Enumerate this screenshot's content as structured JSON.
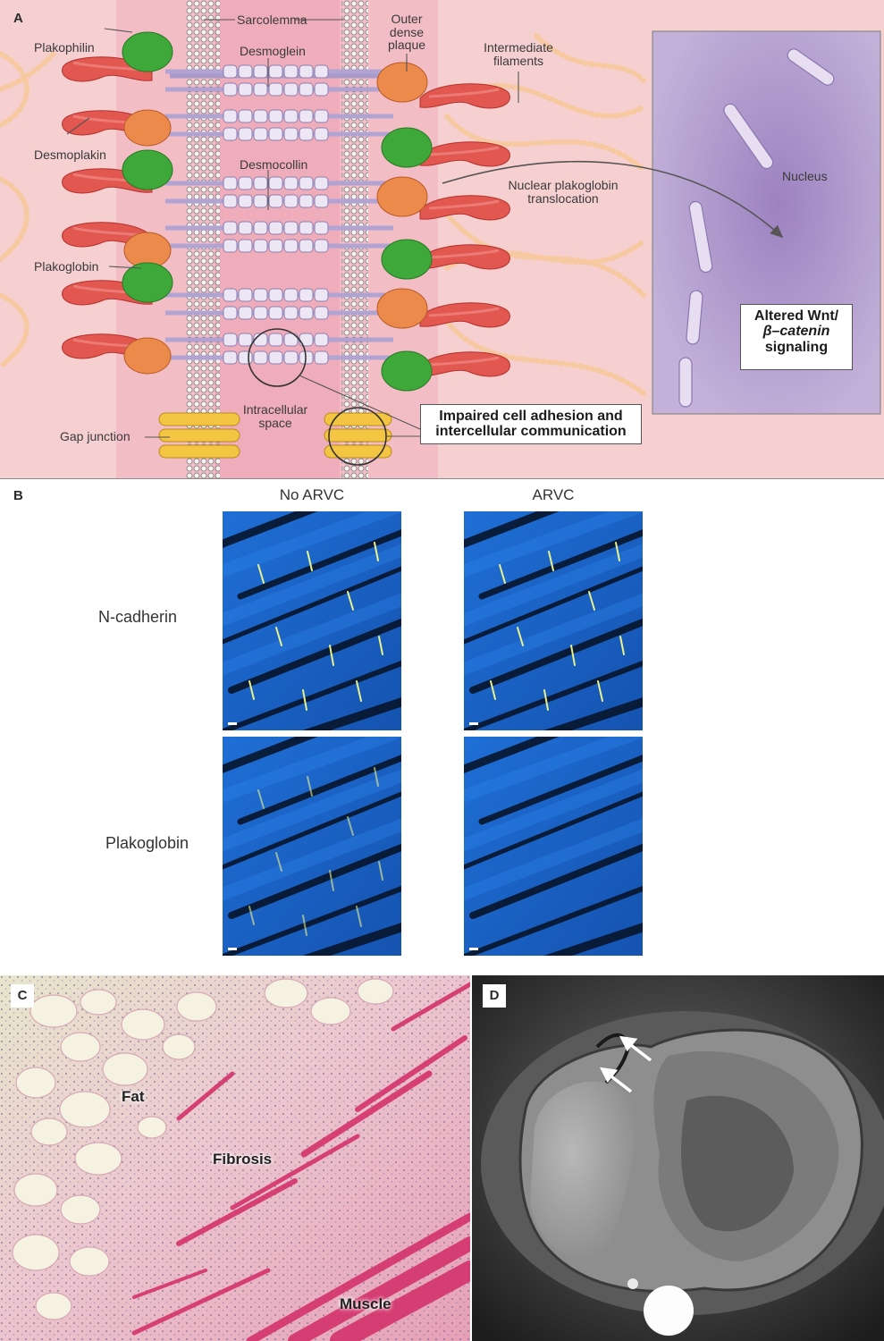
{
  "panel_a": {
    "letter": "A",
    "labels": {
      "plakophilin": "Plakophilin",
      "desmoplakin": "Desmoplakin",
      "plakoglobin": "Plakoglobin",
      "sarcolemma": "Sarcolemma",
      "desmoglein": "Desmoglein",
      "desmocollin": "Desmocollin",
      "outer_dense_plaque": "Outer dense plaque",
      "intermediate_filaments": "Intermediate filaments",
      "nuclear_translocation": "Nuclear plakoglobin translocation",
      "nucleus": "Nucleus",
      "intracellular_space": "Intracellular space",
      "gap_junction": "Gap junction"
    },
    "callout_adhesion": "Impaired cell adhesion and intercellular communication",
    "callout_wnt_line1": "Altered Wnt/",
    "callout_wnt_line2": "β–catenin",
    "callout_wnt_line3": "signaling"
  },
  "panel_b": {
    "letter": "B",
    "columns": [
      "No ARVC",
      "ARVC"
    ],
    "rows": [
      "N-cadherin",
      "Plakoglobin"
    ]
  },
  "panel_c": {
    "letter": "C",
    "labels": {
      "fat": "Fat",
      "fibrosis": "Fibrosis",
      "muscle": "Muscle"
    }
  },
  "panel_d": {
    "letter": "D"
  },
  "colors": {
    "background_pink": "#f6cfd0",
    "desmoplakin_red": "#e2574f",
    "plakophilin_green": "#3fa83a",
    "plakoglobin_orange": "#ec8a4c",
    "cadherin_lavender": "#e3dcf0",
    "nucleus_purple": "#a891c4",
    "gap_junction_yellow": "#f4c542",
    "micrograph_blue": "#1b63c8"
  }
}
